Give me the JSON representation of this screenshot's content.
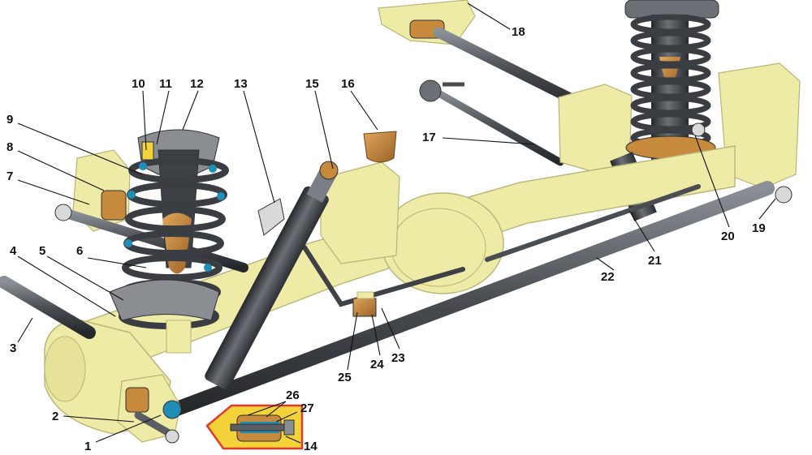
{
  "colors": {
    "housing": "#eeeba6",
    "housing_edge": "#b8b478",
    "rod": "#5a5e63",
    "rod_dark": "#2f3236",
    "rubber": "#c78a3d",
    "seal_blue": "#1f8fb8",
    "inset_frame": "#f3d23a",
    "inset_border": "#e3392c"
  },
  "callouts": [
    {
      "id": "c1",
      "label": "1"
    },
    {
      "id": "c2",
      "label": "2"
    },
    {
      "id": "c3",
      "label": "3"
    },
    {
      "id": "c4",
      "label": "4"
    },
    {
      "id": "c5",
      "label": "5"
    },
    {
      "id": "c6",
      "label": "6"
    },
    {
      "id": "c7",
      "label": "7"
    },
    {
      "id": "c8",
      "label": "8"
    },
    {
      "id": "c9",
      "label": "9"
    },
    {
      "id": "c10",
      "label": "10"
    },
    {
      "id": "c11",
      "label": "11"
    },
    {
      "id": "c12",
      "label": "12"
    },
    {
      "id": "c13",
      "label": "13"
    },
    {
      "id": "c14",
      "label": "14"
    },
    {
      "id": "c15",
      "label": "15"
    },
    {
      "id": "c16",
      "label": "16"
    },
    {
      "id": "c17",
      "label": "17"
    },
    {
      "id": "c18",
      "label": "18"
    },
    {
      "id": "c19",
      "label": "19"
    },
    {
      "id": "c20",
      "label": "20"
    },
    {
      "id": "c21",
      "label": "21"
    },
    {
      "id": "c22",
      "label": "22"
    },
    {
      "id": "c23",
      "label": "23"
    },
    {
      "id": "c24",
      "label": "24"
    },
    {
      "id": "c25",
      "label": "25"
    },
    {
      "id": "c26",
      "label": "26"
    },
    {
      "id": "c27",
      "label": "27"
    }
  ]
}
